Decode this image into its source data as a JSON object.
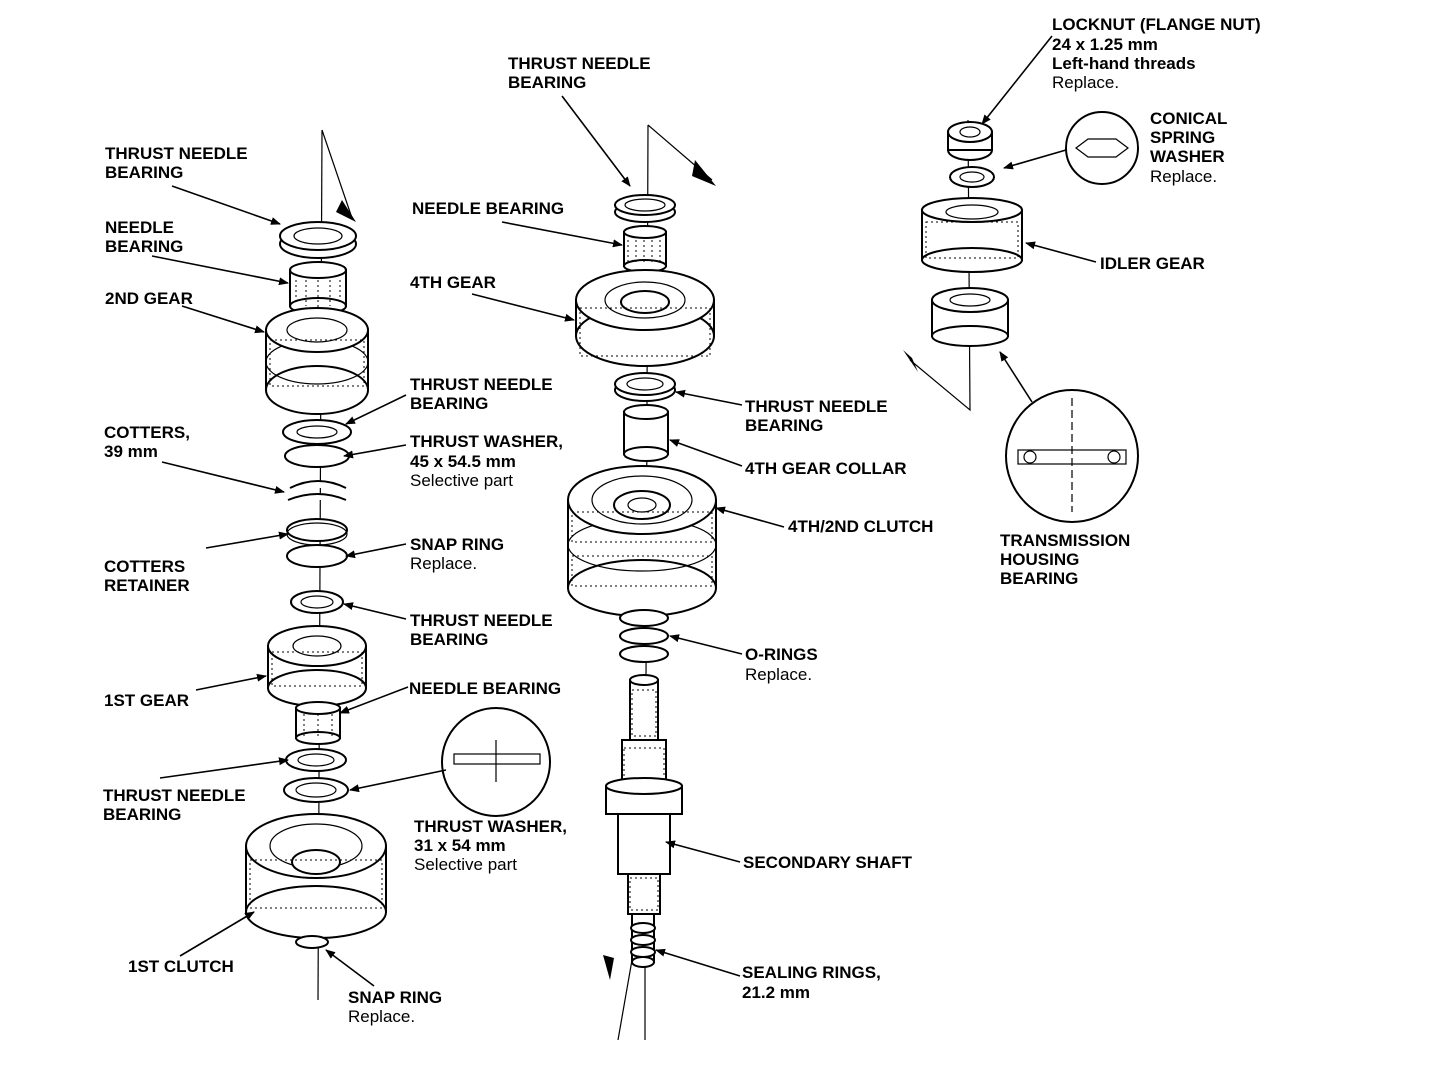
{
  "labels": {
    "locknut": {
      "line1": "LOCKNUT (FLANGE NUT)",
      "line2": "24 x 1.25 mm",
      "line3": "Left-hand threads",
      "note": "Replace."
    },
    "conical_washer": {
      "line1": "CONICAL",
      "line2": "SPRING",
      "line3": "WASHER",
      "note": "Replace."
    },
    "idler_gear": "IDLER GEAR",
    "housing_bearing": {
      "line1": "TRANSMISSION",
      "line2": "HOUSING",
      "line3": "BEARING"
    },
    "center_thrust_top": {
      "line1": "THRUST NEEDLE",
      "line2": "BEARING"
    },
    "center_needle": "NEEDLE BEARING",
    "fourth_gear": "4TH GEAR",
    "center_thrust_mid": {
      "line1": "THRUST NEEDLE",
      "line2": "BEARING"
    },
    "fourth_collar": "4TH GEAR COLLAR",
    "clutch_42": "4TH/2ND CLUTCH",
    "orings": {
      "line1": "O-RINGS",
      "note": "Replace."
    },
    "secondary_shaft": "SECONDARY SHAFT",
    "sealing_rings": {
      "line1": "SEALING RINGS,",
      "line2": "21.2 mm"
    },
    "left_thrust_top": {
      "line1": "THRUST NEEDLE",
      "line2": "BEARING"
    },
    "left_needle_top": {
      "line1": "NEEDLE",
      "line2": "BEARING"
    },
    "second_gear": "2ND GEAR",
    "left_thrust_2": {
      "line1": "THRUST NEEDLE",
      "line2": "BEARING"
    },
    "thrust_washer_45": {
      "line1": "THRUST WASHER,",
      "line2": "45 x 54.5 mm",
      "note": "Selective part"
    },
    "cotters": {
      "line1": "COTTERS,",
      "line2": "39 mm"
    },
    "cotters_retainer": {
      "line1": "COTTERS",
      "line2": "RETAINER"
    },
    "snap_ring_1": {
      "line1": "SNAP RING",
      "note": "Replace."
    },
    "left_thrust_3": {
      "line1": "THRUST NEEDLE",
      "line2": "BEARING"
    },
    "first_gear": "1ST GEAR",
    "left_needle_2": "NEEDLE BEARING",
    "left_thrust_4": {
      "line1": "THRUST NEEDLE",
      "line2": "BEARING"
    },
    "thrust_washer_31": {
      "line1": "THRUST WASHER,",
      "line2": "31 x 54 mm",
      "note": "Selective part"
    },
    "first_clutch": "1ST CLUTCH",
    "snap_ring_2": {
      "line1": "SNAP RING",
      "note": "Replace."
    }
  }
}
